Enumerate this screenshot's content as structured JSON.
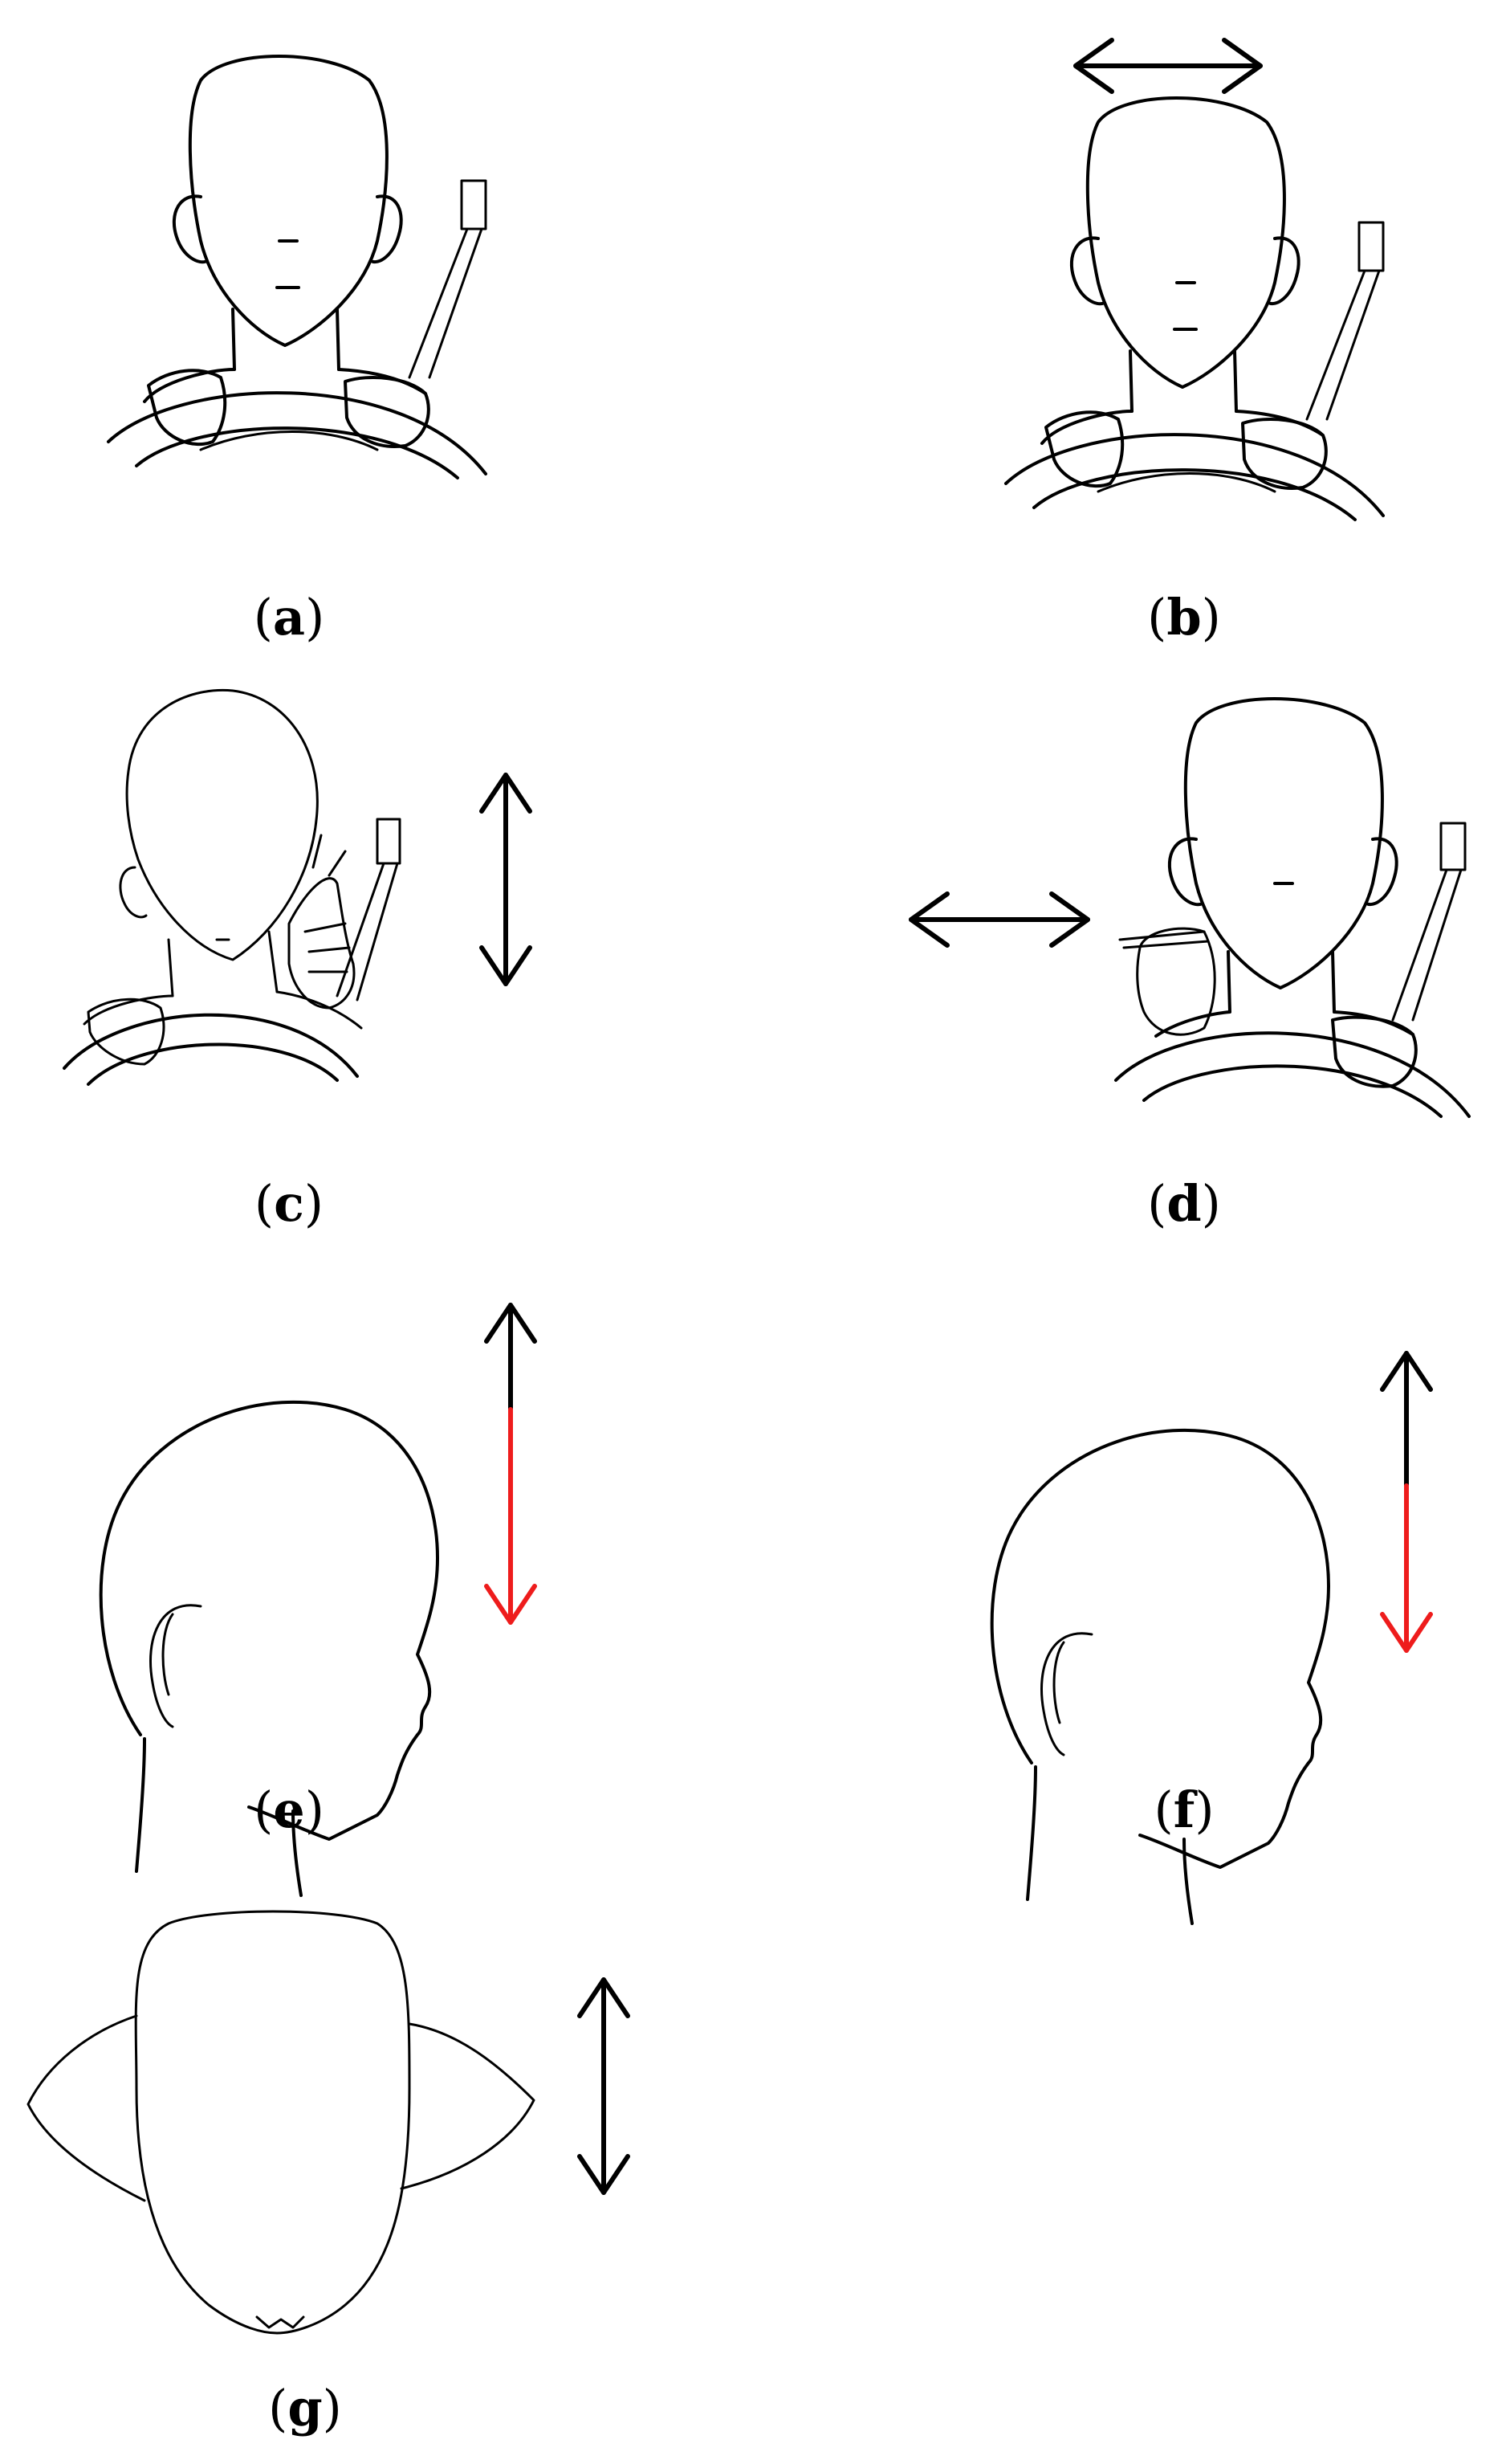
{
  "panels": {
    "a": {
      "caption_open": "(",
      "caption_letter": "a",
      "caption_close": ")"
    },
    "b": {
      "caption_open": "(",
      "caption_letter": "b",
      "caption_close": ")"
    },
    "c": {
      "caption_open": "(",
      "caption_letter": "c",
      "caption_close": ")"
    },
    "d": {
      "caption_open": "(",
      "caption_letter": "d",
      "caption_close": ")"
    },
    "e": {
      "caption_open": "(",
      "caption_letter": "e",
      "caption_close": ")"
    },
    "f": {
      "caption_open": "(",
      "caption_letter": "f",
      "caption_close": ")"
    },
    "g": {
      "caption_open": "(",
      "caption_letter": "g",
      "caption_close": ")"
    }
  },
  "colors": {
    "stroke": "#000000",
    "arrow": "#000000",
    "arrow_highlight": "#ee1c1c",
    "background": "#ffffff"
  }
}
